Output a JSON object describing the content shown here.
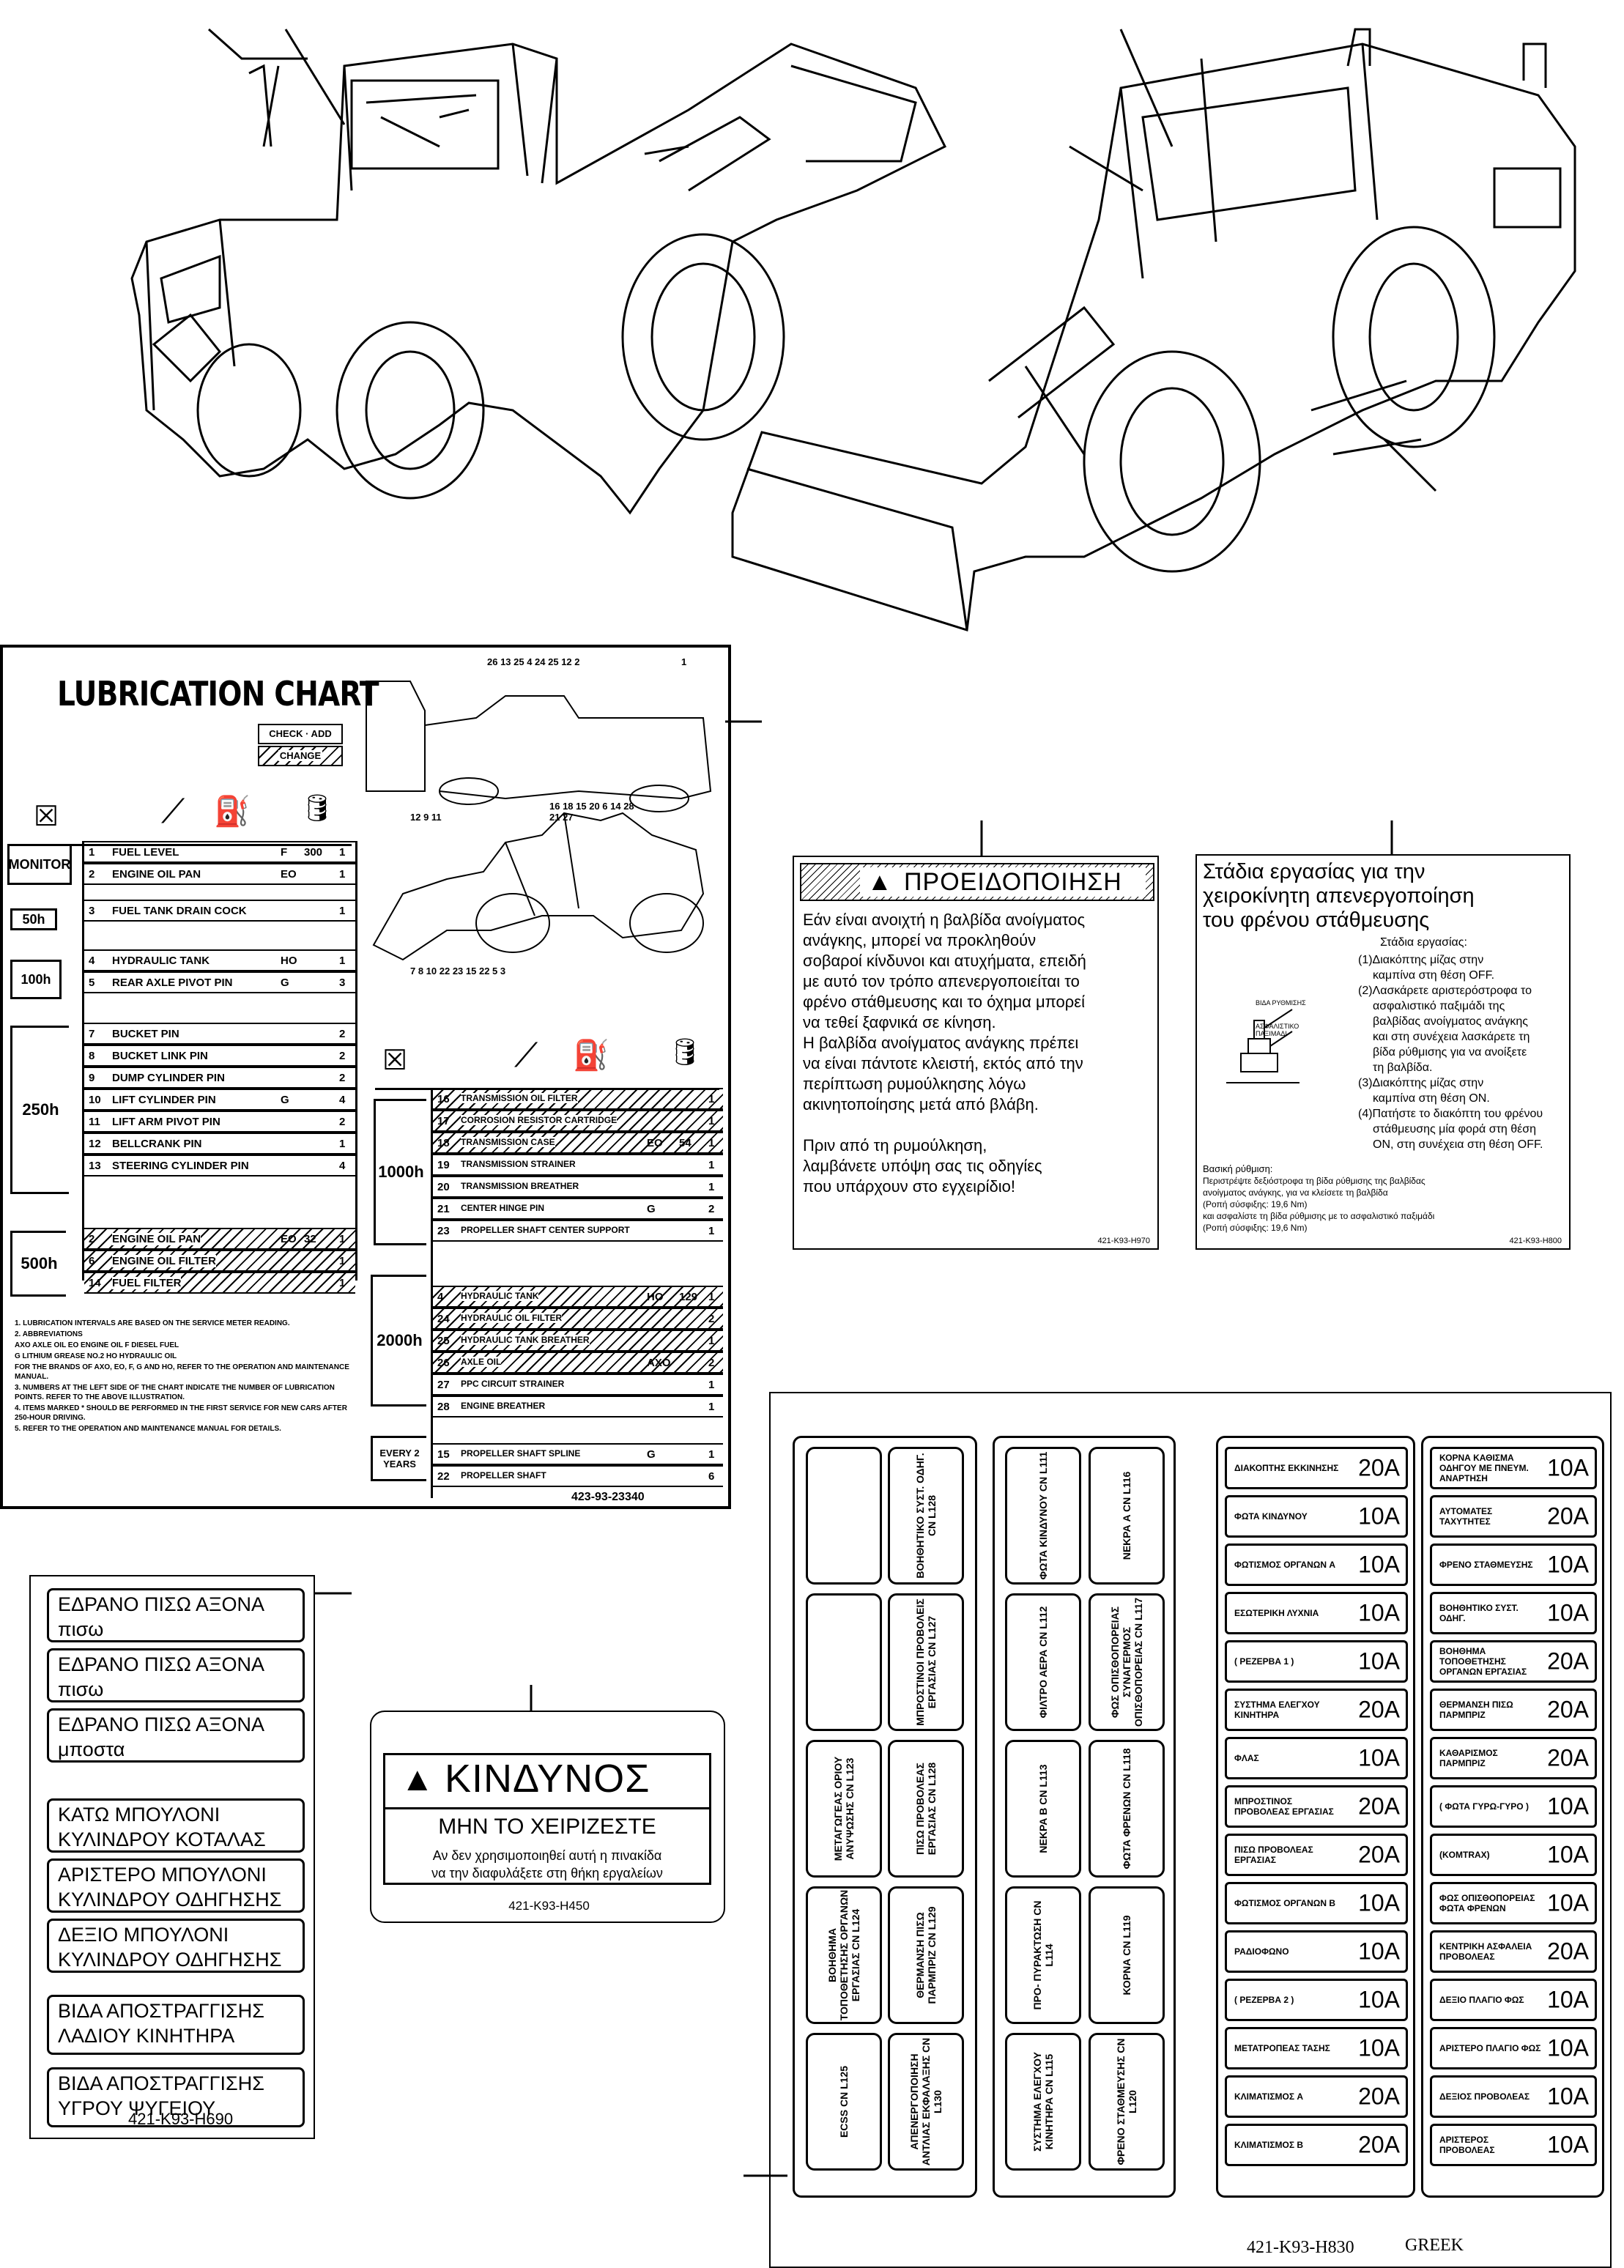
{
  "lubrication_chart": {
    "title": "LUBRICATION CHART",
    "legend": {
      "check_add": "CHECK · ADD",
      "change": "CHANGE"
    },
    "left_rows": [
      {
        "interval": "MONITOR",
        "no": "1",
        "item": "FUEL LEVEL",
        "oil": "F",
        "qty": "300",
        "pts": "1"
      },
      {
        "interval": "",
        "no": "2",
        "item": "ENGINE OIL PAN",
        "oil": "EO",
        "qty": "",
        "pts": "1"
      },
      {
        "interval": "50h",
        "no": "3",
        "item": "FUEL TANK DRAIN COCK",
        "oil": "",
        "qty": "",
        "pts": "1"
      },
      {
        "interval": "100h",
        "no": "4",
        "item": "HYDRAULIC TANK",
        "oil": "HO",
        "qty": "",
        "pts": "1"
      },
      {
        "interval": "",
        "no": "5",
        "item": "REAR AXLE PIVOT PIN",
        "oil": "G",
        "qty": "",
        "pts": "3"
      },
      {
        "interval": "250h",
        "no": "7",
        "item": "BUCKET PIN",
        "oil": "",
        "qty": "",
        "pts": "2"
      },
      {
        "interval": "",
        "no": "8",
        "item": "BUCKET LINK PIN",
        "oil": "",
        "qty": "",
        "pts": "2"
      },
      {
        "interval": "",
        "no": "9",
        "item": "DUMP CYLINDER PIN",
        "oil": "",
        "qty": "",
        "pts": "2"
      },
      {
        "interval": "",
        "no": "10",
        "item": "LIFT CYLINDER PIN",
        "oil": "G",
        "qty": "",
        "pts": "4"
      },
      {
        "interval": "",
        "no": "11",
        "item": "LIFT ARM PIVOT PIN",
        "oil": "",
        "qty": "",
        "pts": "2"
      },
      {
        "interval": "",
        "no": "12",
        "item": "BELLCRANK PIN",
        "oil": "",
        "qty": "",
        "pts": "1"
      },
      {
        "interval": "",
        "no": "13",
        "item": "STEERING CYLINDER PIN",
        "oil": "",
        "qty": "",
        "pts": "4"
      },
      {
        "interval": "500h",
        "no": "2",
        "item": "ENGINE OIL PAN",
        "oil": "EO",
        "qty": "32",
        "pts": "1"
      },
      {
        "interval": "",
        "no": "6",
        "item": "ENGINE OIL FILTER",
        "oil": "",
        "qty": "",
        "pts": "1"
      },
      {
        "interval": "",
        "no": "14",
        "item": "FUEL FILTER",
        "oil": "",
        "qty": "",
        "pts": "1"
      }
    ],
    "right_rows": [
      {
        "interval": "1000h",
        "no": "16",
        "item": "TRANSMISSION OIL FILTER",
        "oil": "",
        "qty": "",
        "pts": "1"
      },
      {
        "interval": "",
        "no": "17",
        "item": "CORROSION RESISTOR CARTRIDGE",
        "oil": "",
        "qty": "",
        "pts": "1"
      },
      {
        "interval": "",
        "no": "18",
        "item": "TRANSMISSION CASE",
        "oil": "EO",
        "qty": "54",
        "pts": "1"
      },
      {
        "interval": "",
        "no": "19",
        "item": "TRANSMISSION STRAINER",
        "oil": "",
        "qty": "",
        "pts": "1"
      },
      {
        "interval": "",
        "no": "20",
        "item": "TRANSMISSION BREATHER",
        "oil": "",
        "qty": "",
        "pts": "1"
      },
      {
        "interval": "",
        "no": "21",
        "item": "CENTER HINGE PIN",
        "oil": "G",
        "qty": "",
        "pts": "2"
      },
      {
        "interval": "",
        "no": "23",
        "item": "PROPELLER SHAFT CENTER SUPPORT",
        "oil": "",
        "qty": "",
        "pts": "1"
      },
      {
        "interval": "2000h",
        "no": "4",
        "item": "HYDRAULIC TANK",
        "oil": "HO",
        "qty": "129",
        "pts": "1"
      },
      {
        "interval": "",
        "no": "24",
        "item": "HYDRAULIC OIL FILTER",
        "oil": "",
        "qty": "",
        "pts": "2"
      },
      {
        "interval": "",
        "no": "25",
        "item": "HYDRAULIC TANK BREATHER",
        "oil": "",
        "qty": "",
        "pts": "1"
      },
      {
        "interval": "",
        "no": "26",
        "item": "AXLE OIL",
        "oil": "AXO",
        "qty": "",
        "pts": "2"
      },
      {
        "interval": "",
        "no": "27",
        "item": "PPC CIRCUIT STRAINER",
        "oil": "",
        "qty": "",
        "pts": "1"
      },
      {
        "interval": "",
        "no": "28",
        "item": "ENGINE BREATHER",
        "oil": "",
        "qty": "",
        "pts": "1"
      },
      {
        "interval": "EVERY 2 YEARS",
        "no": "15",
        "item": "PROPELLER SHAFT SPLINE",
        "oil": "G",
        "qty": "",
        "pts": "1"
      },
      {
        "interval": "",
        "no": "22",
        "item": "PROPELLER SHAFT",
        "oil": "",
        "qty": "",
        "pts": "6"
      }
    ],
    "notes": [
      "1. LUBRICATION INTERVALS ARE BASED ON THE SERVICE METER READING.",
      "2. ABBREVIATIONS",
      "AXO AXLE OIL    EO ENGINE OIL    F DIESEL FUEL",
      "G LITHIUM GREASE NO.2    HO HYDRAULIC OIL",
      "FOR THE BRANDS OF AXO, EO, F, G AND HO, REFER TO THE OPERATION AND MAINTENANCE MANUAL.",
      "3. NUMBERS AT THE LEFT SIDE OF THE CHART INDICATE THE NUMBER OF LUBRICATION POINTS. REFER TO THE ABOVE ILLUSTRATION.",
      "4. ITEMS MARKED * SHOULD BE PERFORMED IN THE FIRST SERVICE FOR NEW CARS AFTER 250-HOUR DRIVING.",
      "5. REFER TO THE OPERATION AND MAINTENANCE MANUAL FOR DETAILS."
    ],
    "part_no": "423-93-23340"
  },
  "warning_label": {
    "heading": "ΠΡΟΕΙΔΟΠΟΙΗΣΗ",
    "body": [
      "Εάν είναι ανοιχτή η βαλβίδα ανοίγματος",
      "ανάγκης, μπορεί να προκληθούν",
      "σοβαροί κίνδυνοι και ατυχήματα, επειδή",
      "με αυτό τον τρόπο απενεργοποιείται το",
      "φρένο στάθμευσης και το όχημα μπορεί",
      "να τεθεί ξαφνικά σε κίνηση.",
      "Η βαλβίδα ανοίγματος ανάγκης πρέπει",
      "να είναι πάντοτε κλειστή, εκτός από την",
      "περίπτωση ρυμούλκησης λόγω",
      "ακινητοποίησης μετά από βλάβη.",
      "",
      "Πριν από τη ρυμούλκηση,",
      "λαμβάνετε υπόψη σας τις οδηγίες",
      "που υπάρχουν στο εγχειρίδιο!"
    ],
    "part_no": "421-K93-H970"
  },
  "stages_label": {
    "title": [
      "Στάδια εργασίας για την",
      "χειροκίνητη απενεργοποίηση",
      "του φρένου στάθμευσης"
    ],
    "subtitle": "Στάδια εργασίας:",
    "steps": [
      "(1)Διακόπτης μίζας στην",
      "καμπίνα στη θέση OFF.",
      "(2)Λασκάρετε αριστερόστροφα το",
      "ασφαλιστικό παξιμάδι της",
      "βαλβίδας ανοίγματος ανάγκης",
      "και στη συνέχεια λασκάρετε τη",
      "βίδα ρύθμισης για να ανοίξετε",
      "τη βαλβίδα.",
      "(3)Διακόπτης μίζας στην",
      "καμπίνα στη θέση ON.",
      "(4)Πατήστε το διακόπτη του φρένου",
      "στάθμευσης μία φορά στη θέση",
      "ON, στη συνέχεια στη θέση OFF."
    ],
    "fig_labels": [
      "ΒΙΔΑ ΡΥΘΜΙΣΗΣ",
      "ΑΣΦΑΛΙΣΤΙΚΟ ΠΑΞΙΜΑΔΙ"
    ],
    "basic_title": "Βασική ρύθμιση:",
    "basic": [
      "Περιστρέψτε δεξιόστροφα τη βίδα ρύθμισης της βαλβίδας",
      "ανοίγματος ανάγκης, για να κλείσετε τη βαλβίδα",
      "(Ροπή σύσφιξης: 19,6 Nm)",
      "και ασφαλίστε τη βίδα ρύθμισης με το ασφαλιστικό παξιμάδι",
      "(Ροπή σύσφιξης: 19,6 Nm)"
    ],
    "part_no": "421-K93-H800"
  },
  "nameplates": {
    "labels": [
      [
        "ΕΔΡΑΝΟ ΠΙΣΩ ΑΞΟΝΑ",
        "πισω"
      ],
      [
        "ΕΔΡΑΝΟ ΠΙΣΩ ΑΞΟΝΑ",
        "πισω"
      ],
      [
        "ΕΔΡΑΝΟ ΠΙΣΩ ΑΞΟΝΑ",
        "μποστα"
      ],
      [
        "ΚΑΤΩ ΜΠΟΥΛΟΝΙ",
        "ΚΥΛΙΝΔΡΟΥ ΚΟΤΑΛΑΣ"
      ],
      [
        "ΑΡΙΣΤΕΡΟ ΜΠΟΥΛΟΝΙ",
        "ΚΥΛΙΝΔΡΟΥ ΟΔΗΓΗΣΗΣ"
      ],
      [
        "ΔΕΞΙΟ  ΜΠΟΥΛΟΝΙ",
        "ΚΥΛΙΝΔΡΟΥ ΟΔΗΓΗΣΗΣ"
      ],
      [
        "ΒΙΔΑ ΑΠΟΣΤΡΑΓΓΙΣΗΣ",
        "ΛΑΔΙΟΥ ΚΙΝΗΤΗΡΑ"
      ],
      [
        "ΒΙΔΑ ΑΠΟΣΤΡΑΓΓΙΣΗΣ",
        "ΥΓΡΟΥ ΨΥΓΕΙΟΥ"
      ]
    ],
    "part_no": "421-K93-H690"
  },
  "danger_label": {
    "heading": "ΚΙΝΔΥΝΟΣ",
    "sub": "ΜΗΝ ΤΟ ΧΕΙΡΙΖΕΣΤΕ",
    "body1": "Αν δεν χρησιμοποιηθεί αυτή η πινακίδα",
    "body2": "να την διαφυλάξετε στη θήκη εργαλείων",
    "part_no": "421-K93-H450"
  },
  "fuse_label": {
    "relays": [
      [
        "",
        "ΒΟΗΘΗΤΙΚΟ ΣΥΣΤ. ΟΔΗΓ. CN L128",
        "ΦΩΤΑ ΚΙΝΔΥΝΟΥ CN L111",
        "ΝΕΚΡΑ   A CN L116"
      ],
      [
        "",
        "ΜΠΡΟΣΤΙΝΟΙ ΠΡΟΒΟΛΕΙΣ ΕΡΓΑΣΙΑΣ CN L127",
        "ΦΙΛΤΡΟ ΑΕΡΑ CN L112",
        "ΦΩΣ ΟΠΙΣΘΟΠΟΡΕΙΑΣ ΣΥΝΑΓΕΡΜΟΣ ΟΠΙΣΘΟΠΟΡΕΙΑΣ CN L117"
      ],
      [
        "ΜΕΤΑΓΩΓΕΑΣ ΟΡΙΟΥ ΑΝΥΨΩΣΗΣ CN L123",
        "ΠΙΣΩ ΠΡΟΒΟΛΕΑΣ ΕΡΓΑΣΙΑΣ CN L128",
        "ΝΕΚΡΑ   B CN L113",
        "ΦΩΤΑ ΦΡΕΝΩΝ CN L118"
      ],
      [
        "ΒΟΗΘΗΜΑ ΤΟΠΟΘΕΤΗΣΗΣ ΟΡΓΑΝΩΝ ΕΡΓΑΣΙΑΣ CN L124",
        "ΘΕΡΜΑΝΣΗ ΠΙΣΩ ΠΑΡΜΠΡΙΖ CN L129",
        "ΠΡΟ- ΠΥΡΑΚΤΩΣΗ CN L114",
        "ΚΟΡΝΑ CN L119"
      ],
      [
        "ECSS CN L125",
        "ΑΠΕΝΕΡΓΟΠΟΙΗΣΗ ΑΝΤΛΙΑΣ ΕΚΦΑΛΑΞΗΣ CN L130",
        "ΣΥΣΤΗΜΑ ΕΛΕΓΧΟΥ ΚΙΝΗΤΗΡΑ CN L115",
        "ΦΡΕΝΟ ΣΤΑΘΜΕΥΣΗΣ CN L120"
      ]
    ],
    "fuses_left": [
      {
        "name": "ΔΙΑΚΟΠΤΗΣ ΕΚΚΙΝΗΣΗΣ",
        "amp": "20A"
      },
      {
        "name": "ΦΩΤΑ ΚΙΝΔΥΝΟΥ",
        "amp": "10A"
      },
      {
        "name": "ΦΩΤΙΣΜΟΣ ΟΡΓΑΝΩΝ   A",
        "amp": "10A"
      },
      {
        "name": "ΕΣΩΤΕΡΙΚΗ ΛΥΧΝΙΑ",
        "amp": "10A"
      },
      {
        "name": "( ΡΕΖΕΡΒΑ  1 )",
        "amp": "10A"
      },
      {
        "name": "ΣΥΣΤΗΜΑ ΕΛΕΓΧΟΥ ΚΙΝΗΤΗΡΑ",
        "amp": "20A"
      },
      {
        "name": "ΦΛΑΣ",
        "amp": "10A"
      },
      {
        "name": "ΜΠΡΟΣΤΙΝΟΣ ΠΡΟΒΟΛΕΑΣ ΕΡΓΑΣΙΑΣ",
        "amp": "20A"
      },
      {
        "name": "ΠΙΣΩ ΠΡΟΒΟΛΕΑΣ ΕΡΓΑΣΙΑΣ",
        "amp": "20A"
      },
      {
        "name": "ΦΩΤΙΣΜΟΣ ΟΡΓΑΝΩΝ   B",
        "amp": "10A"
      },
      {
        "name": "ΡΑΔΙΟΦΩΝΟ",
        "amp": "10A"
      },
      {
        "name": "( ΡΕΖΕΡΒΑ  2 )",
        "amp": "10A"
      },
      {
        "name": "ΜΕΤΑΤΡΟΠΕΑΣ ΤΑΣΗΣ",
        "amp": "10A"
      },
      {
        "name": "ΚΛΙΜΑΤΙΣΜΟΣ A",
        "amp": "20A"
      },
      {
        "name": "ΚΛΙΜΑΤΙΣΜΟΣ B",
        "amp": "20A"
      }
    ],
    "fuses_right": [
      {
        "name": "ΚΟΡΝΑ ΚΑΘΙΣΜΑ ΟΔΗΓΟΥ ΜΕ ΠΝΕΥΜ. ΑΝΑΡΤΗΣΗ",
        "amp": "10A"
      },
      {
        "name": "ΑΥΤΟΜΑΤΕΣ ΤΑΧΥΤΗΤΕΣ",
        "amp": "20A"
      },
      {
        "name": "ΦΡΕΝΟ ΣΤΑΘΜΕΥΣΗΣ",
        "amp": "10A"
      },
      {
        "name": "ΒΟΗΘΗΤΙΚΟ ΣΥΣΤ. ΟΔΗΓ.",
        "amp": "10A"
      },
      {
        "name": "ΒΟΗΘΗΜΑ ΤΟΠΟΘΕΤΗΣΗΣ ΟΡΓΑΝΩΝ ΕΡΓΑΣΙΑΣ",
        "amp": "20A"
      },
      {
        "name": "ΘΕΡΜΑΝΣΗ ΠΙΣΩ ΠΑΡΜΠΡΙΖ",
        "amp": "20A"
      },
      {
        "name": "ΚΑΘΑΡΙΣΜΟΣ ΠΑΡΜΠΡΙΖ",
        "amp": "20A"
      },
      {
        "name": "( ΦΩΤΑ ΓΥΡΩ-ΓΥΡΟ )",
        "amp": "10A"
      },
      {
        "name": "(KOMTRAX)",
        "amp": "10A"
      },
      {
        "name": "ΦΩΣ ΟΠΙΣΘΟΠΟΡΕΙΑΣ ΦΩΤΑ ΦΡΕΝΩΝ",
        "amp": "10A"
      },
      {
        "name": "ΚΕΝΤΡΙΚΗ ΑΣΦΑΛΕΙΑ ΠΡΟΒΟΛΕΑΣ",
        "amp": "20A"
      },
      {
        "name": "ΔΕΞΙΟ ΠΛΑΓΙΟ ΦΩΣ",
        "amp": "10A"
      },
      {
        "name": "ΑΡΙΣΤΕΡΟ ΠΛΑΓΙΟ ΦΩΣ",
        "amp": "10A"
      },
      {
        "name": "ΔΕΞΙΟΣ ΠΡΟΒΟΛΕΑΣ",
        "amp": "10A"
      },
      {
        "name": "ΑΡΙΣΤΕΡΟΣ ΠΡΟΒΟΛΕΑΣ",
        "amp": "10A"
      }
    ],
    "part_no": "421-K93-H830",
    "language": "GREEK"
  }
}
